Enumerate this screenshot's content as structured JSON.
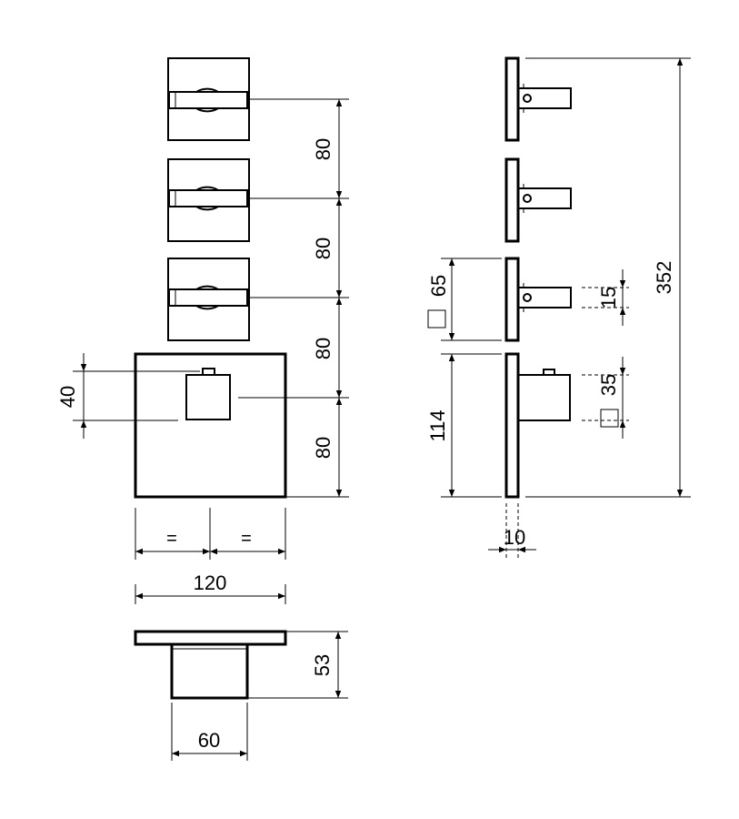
{
  "dimensions": {
    "front_spacing": [
      "80",
      "80",
      "80",
      "80"
    ],
    "front_knob_height": "40",
    "front_half_left": "=",
    "front_half_right": "=",
    "front_width": "120",
    "bottom_depth": "53",
    "bottom_width": "60",
    "side_total_height": "352",
    "side_knob_plate": "65",
    "side_valve_plate": "114",
    "side_handle_width": "15",
    "side_valve_body": "35",
    "side_thickness": "10"
  },
  "symbols": {
    "square_symbol": "square-symbol"
  }
}
